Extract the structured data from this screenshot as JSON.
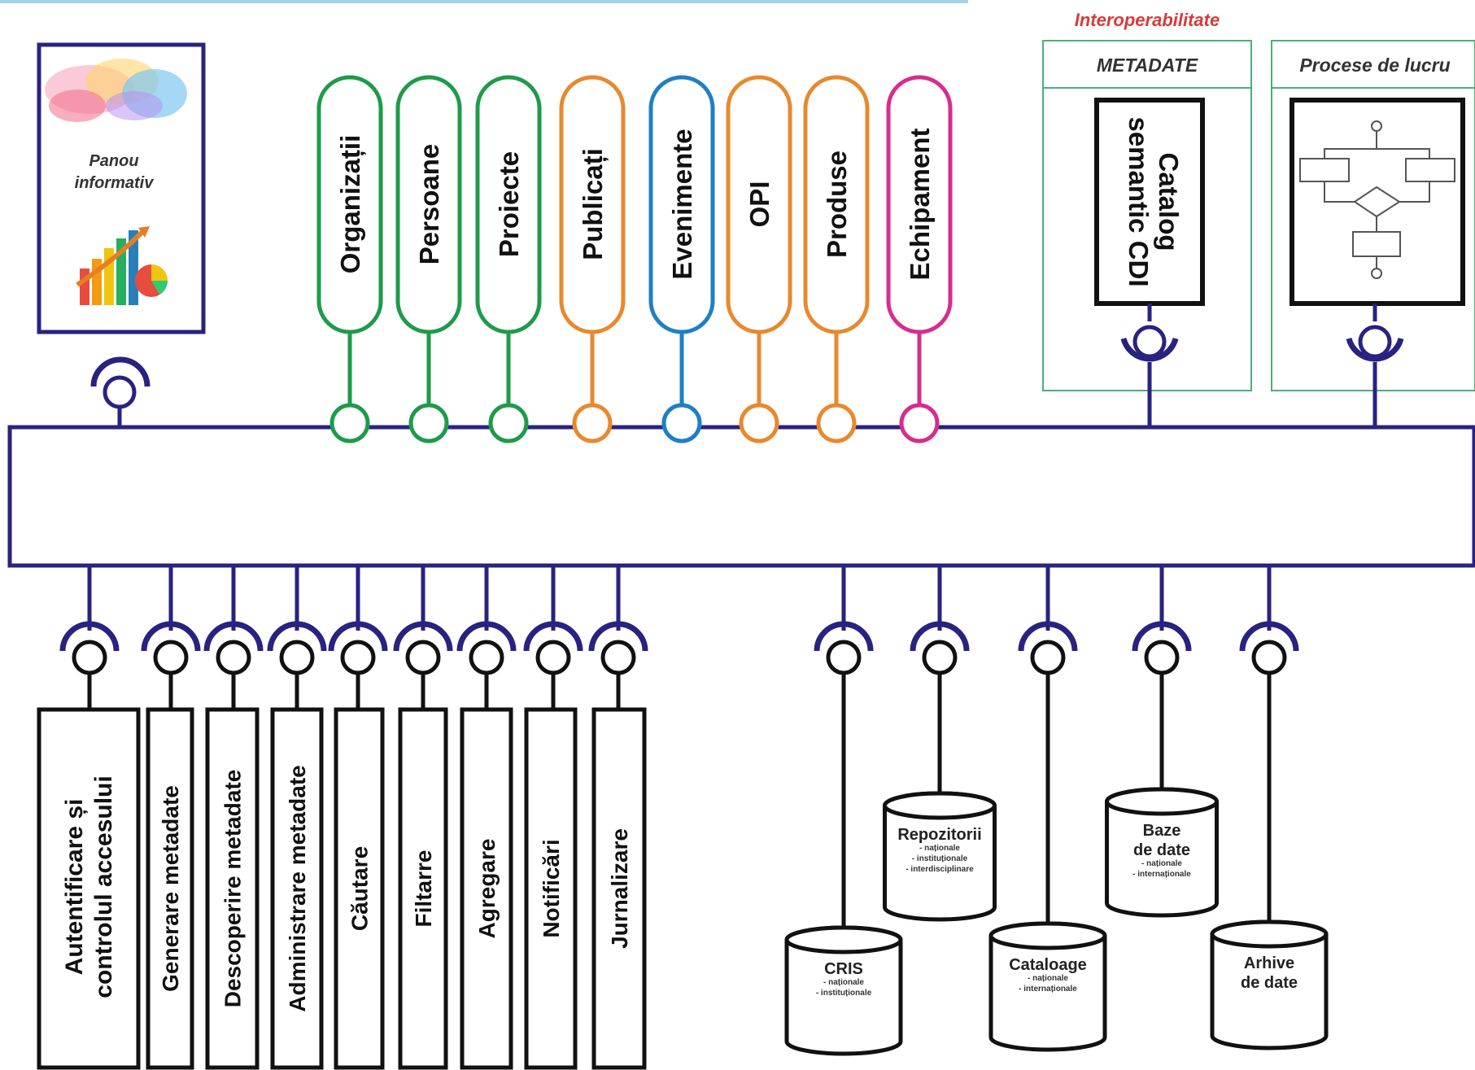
{
  "panel": {
    "line1": "Panou",
    "line2": "informativ"
  },
  "entities": [
    {
      "label": "Organizații",
      "color": "#1e9b4a"
    },
    {
      "label": "Persoane",
      "color": "#1e9b4a"
    },
    {
      "label": "Proiecte",
      "color": "#1e9b4a"
    },
    {
      "label": "Publicați",
      "color": "#e8892e"
    },
    {
      "label": "Evenimente",
      "color": "#1f7fc4"
    },
    {
      "label": "OPI",
      "color": "#e8892e"
    },
    {
      "label": "Produse",
      "color": "#e8892e"
    },
    {
      "label": "Echipament",
      "color": "#d62d8e"
    }
  ],
  "interop": {
    "title": "Interoperabilitate",
    "metadata_header": "METADATE",
    "catalog_line1": "Catalog",
    "catalog_line2": "semantic CDI",
    "processes_header": "Procese de lucru"
  },
  "services": [
    {
      "line1": "Autentificare și",
      "line2": "controlul accesului"
    },
    {
      "line1": "Generare metadate",
      "line2": ""
    },
    {
      "line1": "Descoperire metadate",
      "line2": ""
    },
    {
      "line1": "Administrare metadate",
      "line2": ""
    },
    {
      "line1": "Căutare",
      "line2": ""
    },
    {
      "line1": "Filtarre",
      "line2": ""
    },
    {
      "line1": "Agregare",
      "line2": ""
    },
    {
      "line1": "Notificări",
      "line2": ""
    },
    {
      "line1": "Jurnalizare",
      "line2": ""
    }
  ],
  "sources": [
    {
      "title": "CRIS",
      "title2": "",
      "subs": [
        "- naționale",
        "- instituționale"
      ]
    },
    {
      "title": "Repozitorii",
      "title2": "",
      "subs": [
        "- naționale",
        "- instituționale",
        "- interdisciplinare"
      ]
    },
    {
      "title": "Cataloage",
      "title2": "",
      "subs": [
        "- naționale",
        "- internaționale"
      ]
    },
    {
      "title": "Baze",
      "title2": "de date",
      "subs": [
        "- naționale",
        "- internaționale"
      ]
    },
    {
      "title": "Arhive",
      "title2": "de date",
      "subs": []
    }
  ],
  "colors": {
    "bus": "#2a2280",
    "interop_title": "#d63a3a",
    "interop_border": "#4caf7a"
  }
}
